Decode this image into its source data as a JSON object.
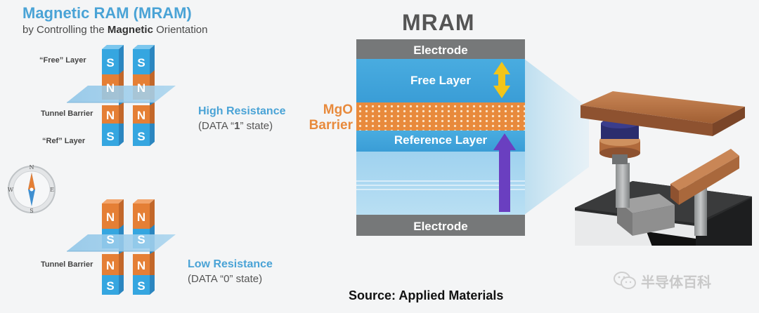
{
  "header": {
    "title": "Magnetic RAM (MRAM)",
    "subtitle_prefix": "by Controlling the ",
    "subtitle_bold": "Magnetic",
    "subtitle_suffix": " Orientation"
  },
  "left_panel": {
    "free_layer_label": "“Free” Layer",
    "tunnel_barrier_label": "Tunnel Barrier",
    "ref_layer_label": "“Ref” Layer",
    "high_resistance": "High Resistance",
    "high_state_prefix": "(DATA “",
    "high_state_value": "1",
    "high_state_suffix": "” state)",
    "low_tunnel_barrier_label": "Tunnel Barrier",
    "low_resistance": "Low Resistance",
    "low_state": "(DATA “0” state)",
    "pole_N": "N",
    "pole_S": "S"
  },
  "compass": {
    "n": "N",
    "s": "S",
    "e": "E",
    "w": "W"
  },
  "mram_diagram": {
    "title": "MRAM",
    "top_electrode": "Electrode",
    "free_layer": "Free Layer",
    "mgo_line1": "MgO",
    "mgo_line2": "Barrier",
    "reference_layer": "Reference Layer",
    "bottom_electrode": "Electrode"
  },
  "footer": {
    "source": "Source: Applied Materials",
    "watermark": "半导体百科"
  },
  "colors": {
    "accent_blue": "#4aa3d6",
    "orange": "#e88a3c",
    "electrode_gray": "#767879",
    "layer_blue": "#3c9fd8",
    "arrow_purple": "#6a3fc0",
    "arrow_yellow": "#f2c51a"
  }
}
